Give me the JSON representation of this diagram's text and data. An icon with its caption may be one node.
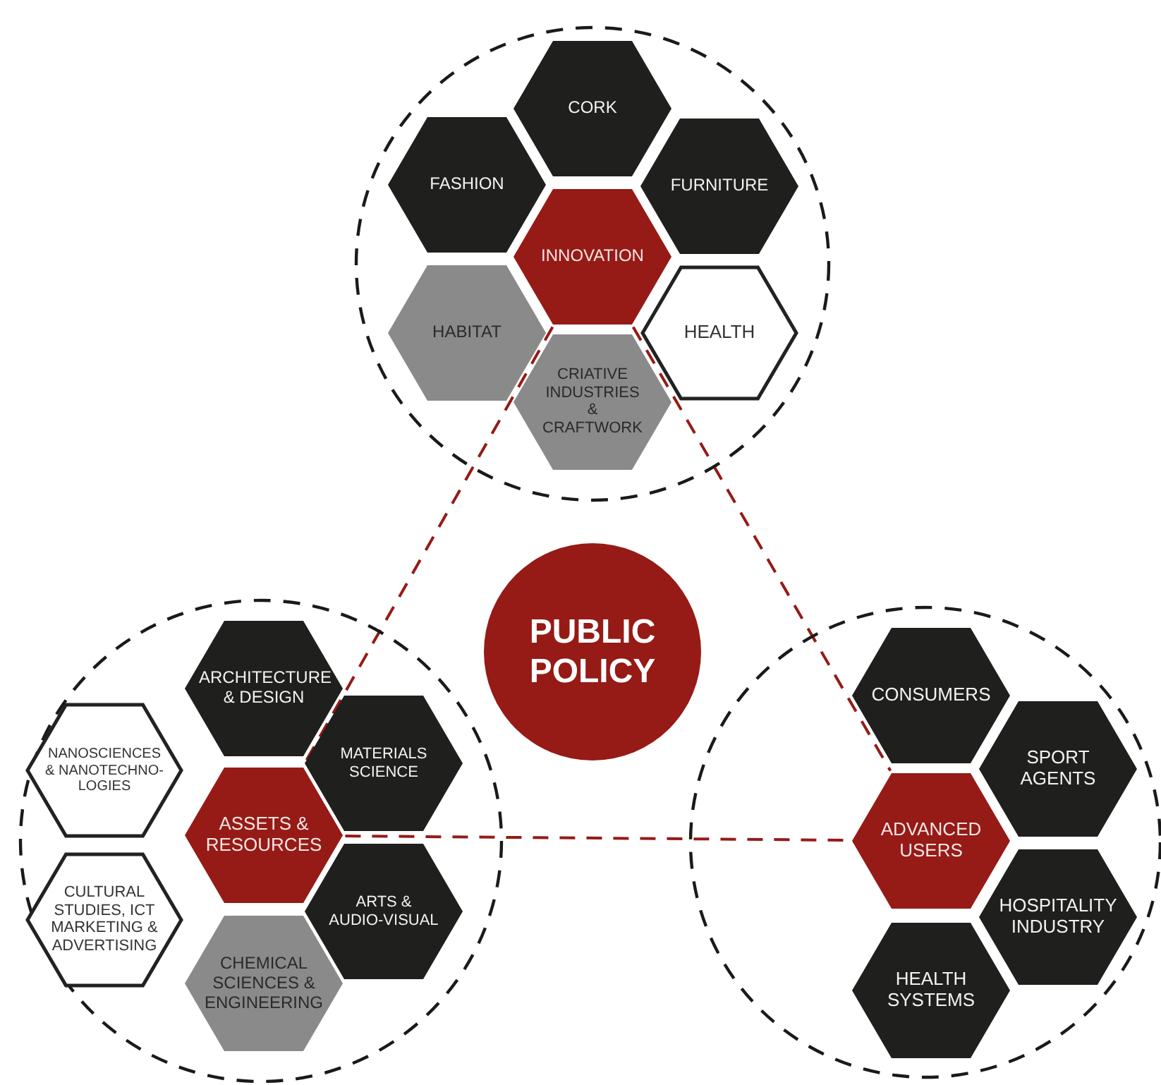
{
  "diagram": {
    "nodes": [
      {
        "text": [],
        "shape": "circle"
      },
      {
        "text": [
          "CORK"
        ],
        "in": 0
      },
      {
        "text": [
          "FASHION"
        ],
        "in": 0
      },
      {
        "text": [
          "FURNITURE"
        ],
        "in": 0
      },
      {
        "text": [
          "INNOVATION"
        ],
        "in": 0
      },
      {
        "text": [
          "HABITAT"
        ],
        "in": 0
      },
      {
        "text": [
          "HEALTH"
        ],
        "in": 0
      },
      {
        "text": [
          "CRIATIVE INDUSTRIES & CRAFTWORK"
        ],
        "in": 0
      },
      {
        "text": [
          "PUBLIC POLICY"
        ]
      },
      {
        "text": [],
        "shape": "circle"
      },
      {
        "text": [
          "ARCHITECTURE & DESIGN"
        ],
        "in": 9
      },
      {
        "text": [
          "NANOSCIENCES & NANOTECHNO-LOGIES"
        ],
        "in": 9
      },
      {
        "text": [
          "MATERIALS SCIENCE"
        ],
        "in": 9
      },
      {
        "text": [
          "ASSETS & RESOURCES"
        ],
        "in": 9
      },
      {
        "text": [
          "CULTURAL STUDIES, ICT MARKETING & ADVERTISING"
        ],
        "in": 9
      },
      {
        "text": [
          "ARTS & AUDIO-VISUAL"
        ],
        "in": 9
      },
      {
        "text": [
          "CHEMICAL SCIENCES & ENGINEERING"
        ],
        "in": 9
      },
      {
        "text": [],
        "shape": "circle"
      },
      {
        "text": [
          "CONSUMERS"
        ],
        "in": 17
      },
      {
        "text": [
          "SPORT AGENTS"
        ],
        "in": 17
      },
      {
        "text": [
          "ADVANCED USERS"
        ],
        "in": 17
      },
      {
        "text": [
          "HOSPITALITY INDUSTRY"
        ],
        "in": 17
      },
      {
        "text": [
          "HEALTH SYSTEMS"
        ],
        "in": 17
      }
    ],
    "edges": [
      {
        "from": 4,
        "to": 13,
        "arrow": "none",
        "style": "dashed"
      },
      {
        "from": 4,
        "to": 20,
        "arrow": "none",
        "style": "dashed"
      },
      {
        "from": 13,
        "to": 20,
        "arrow": "none",
        "style": "dashed"
      }
    ]
  }
}
